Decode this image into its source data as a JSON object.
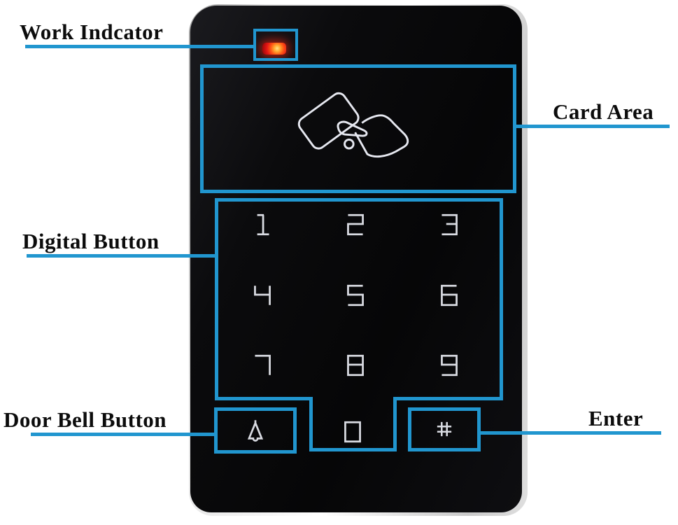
{
  "colors": {
    "annotation_blue": "#2196cf",
    "led_red": "#e31515",
    "device_black": "#0a0a0c",
    "glyph": "#d9dbe2"
  },
  "annotations": {
    "work_indicator": {
      "label": "Work Indcator"
    },
    "card_area": {
      "label": "Card Area"
    },
    "digital_button": {
      "label": "Digital Button"
    },
    "door_bell_button": {
      "label": "Door Bell Button"
    },
    "enter": {
      "label": "Enter"
    }
  },
  "device": {
    "keypad": {
      "rows": [
        [
          "1",
          "2",
          "3"
        ],
        [
          "4",
          "5",
          "6"
        ],
        [
          "7",
          "8",
          "9"
        ]
      ],
      "zero_key": "0"
    },
    "icons": {
      "led": "work-led-indicator",
      "card": "card-swipe-hand-icon",
      "bell": "bell-icon",
      "hash": "hash-icon"
    }
  }
}
